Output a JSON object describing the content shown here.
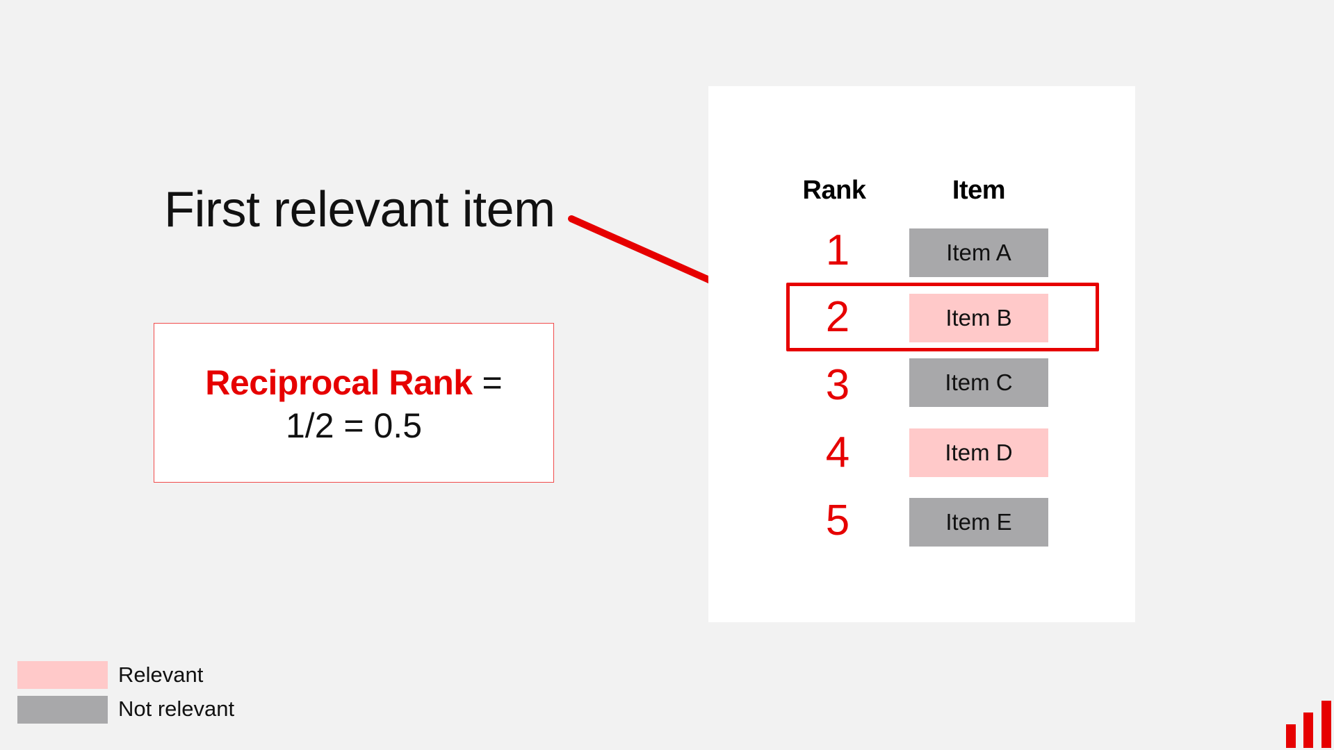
{
  "title": "First relevant item",
  "formula": {
    "term": "Reciprocal Rank",
    "equals": " =",
    "expression": "1/2 = 0.5"
  },
  "table": {
    "headers": {
      "rank": "Rank",
      "item": "Item"
    },
    "rows": [
      {
        "rank": "1",
        "item": "Item A",
        "relevant": false
      },
      {
        "rank": "2",
        "item": "Item B",
        "relevant": true
      },
      {
        "rank": "3",
        "item": "Item C",
        "relevant": false
      },
      {
        "rank": "4",
        "item": "Item D",
        "relevant": true
      },
      {
        "rank": "5",
        "item": "Item E",
        "relevant": false
      }
    ],
    "highlighted_rank": 2
  },
  "legend": {
    "relevant": "Relevant",
    "not_relevant": "Not relevant"
  },
  "colors": {
    "accent": "#e60000",
    "relevant": "#ffc9c9",
    "not_relevant": "#a8a8aa",
    "background": "#f2f2f2"
  }
}
